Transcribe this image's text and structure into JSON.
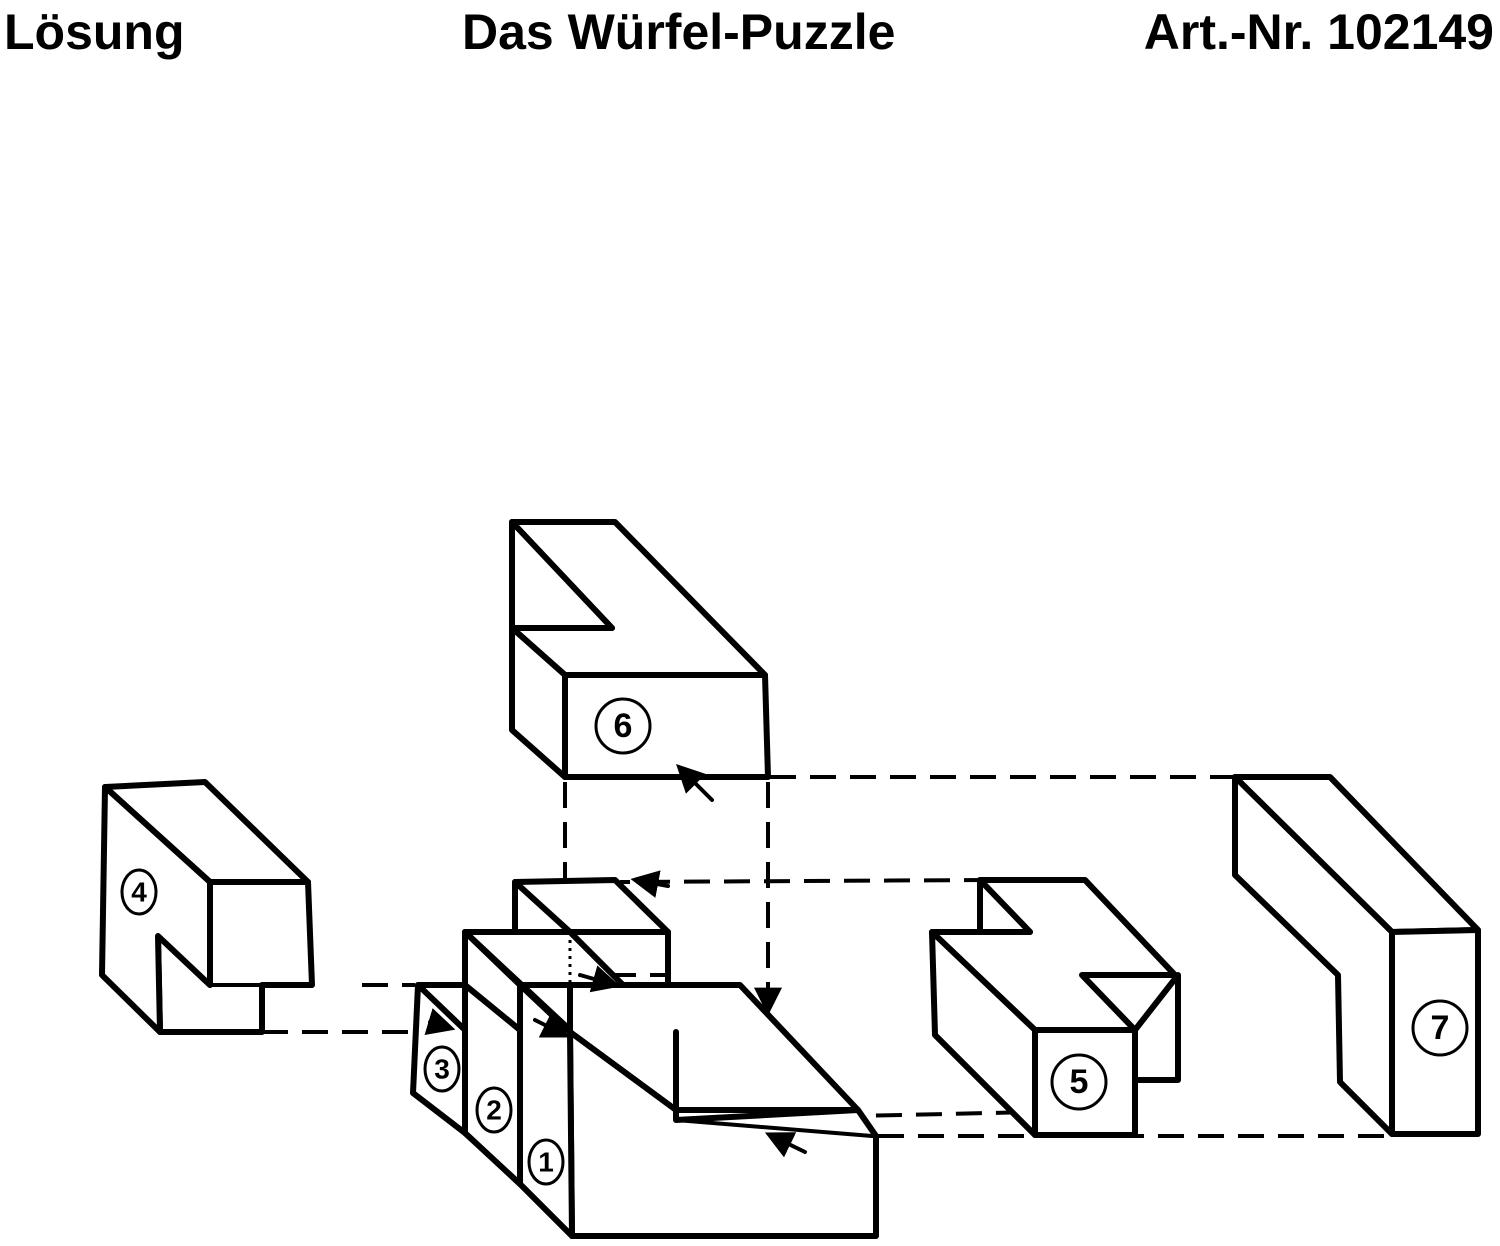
{
  "header": {
    "left": "Lösung",
    "center": "Das Würfel-Puzzle",
    "right": "Art.-Nr. 102149"
  },
  "pieces": {
    "p1": "1",
    "p2": "2",
    "p3": "3",
    "p4": "4",
    "p5": "5",
    "p6": "6",
    "p7": "7"
  }
}
